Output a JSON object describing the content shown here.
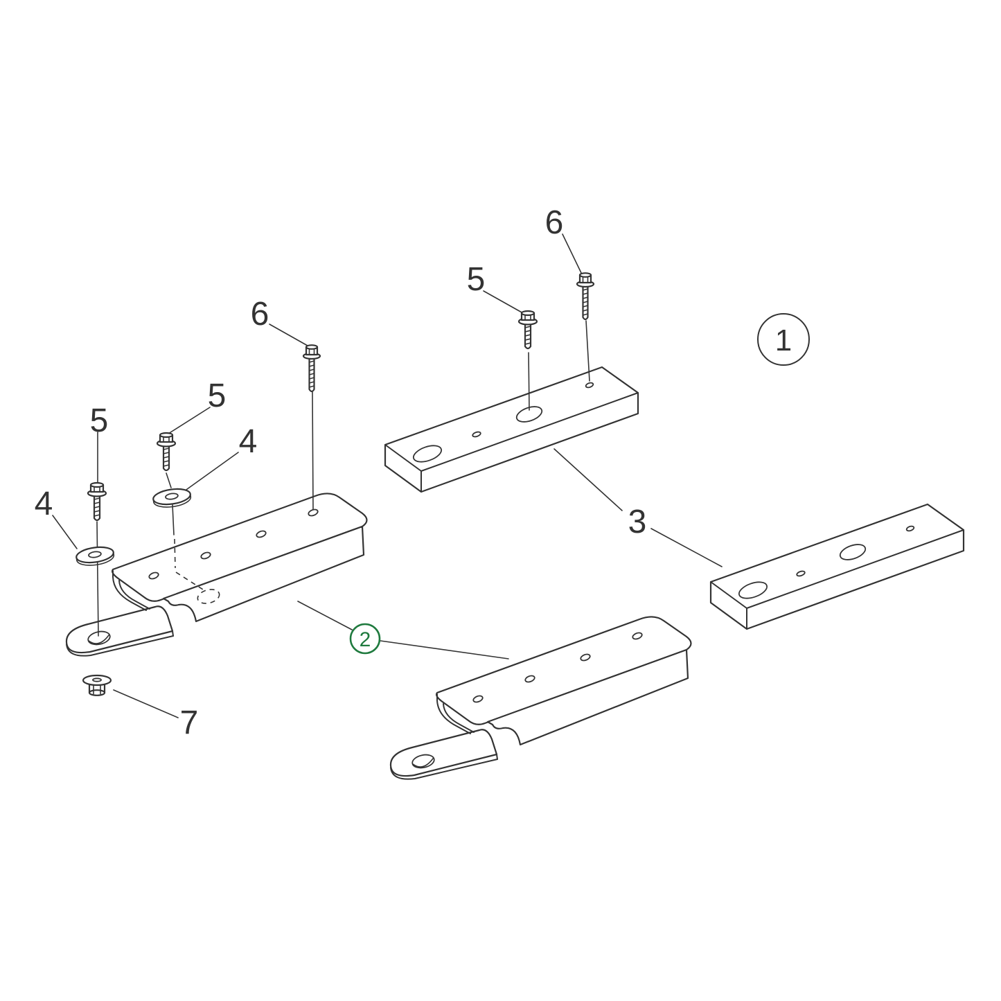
{
  "diagram": {
    "kind": "exploded-parts-diagram",
    "background": "#ffffff",
    "line_color": "#333333",
    "accent_color": "#1f7a3e",
    "callouts": [
      {
        "id": "1",
        "label": "1",
        "style": "circled-black"
      },
      {
        "id": "2",
        "label": "2",
        "style": "circled-green"
      },
      {
        "id": "3",
        "label": "3",
        "style": "plain"
      },
      {
        "id": "4-left",
        "label": "4",
        "style": "plain"
      },
      {
        "id": "4-mid",
        "label": "4",
        "style": "plain"
      },
      {
        "id": "5-left",
        "label": "5",
        "style": "plain"
      },
      {
        "id": "5-mid",
        "label": "5",
        "style": "plain"
      },
      {
        "id": "5-upper",
        "label": "5",
        "style": "plain"
      },
      {
        "id": "6-left",
        "label": "6",
        "style": "plain"
      },
      {
        "id": "6-upper",
        "label": "6",
        "style": "plain"
      },
      {
        "id": "7",
        "label": "7",
        "style": "plain"
      }
    ]
  }
}
